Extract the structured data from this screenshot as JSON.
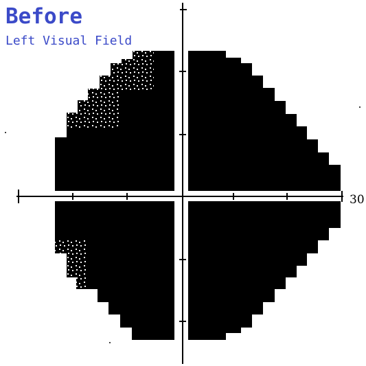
{
  "header": {
    "title": "Before",
    "subtitle": "Left Visual Field"
  },
  "axis": {
    "scale_label": "30"
  },
  "colors": {
    "heading": "#3b4ac8",
    "defect": "#000000",
    "background": "#ffffff"
  },
  "field_map": {
    "upper_left": "dense defect with speckled partial-loss zone at superior nasal edge",
    "upper_right": "dense defect",
    "lower_left": "dense defect with speckled partial-loss zone at nasal edge",
    "lower_right": "dense defect"
  }
}
